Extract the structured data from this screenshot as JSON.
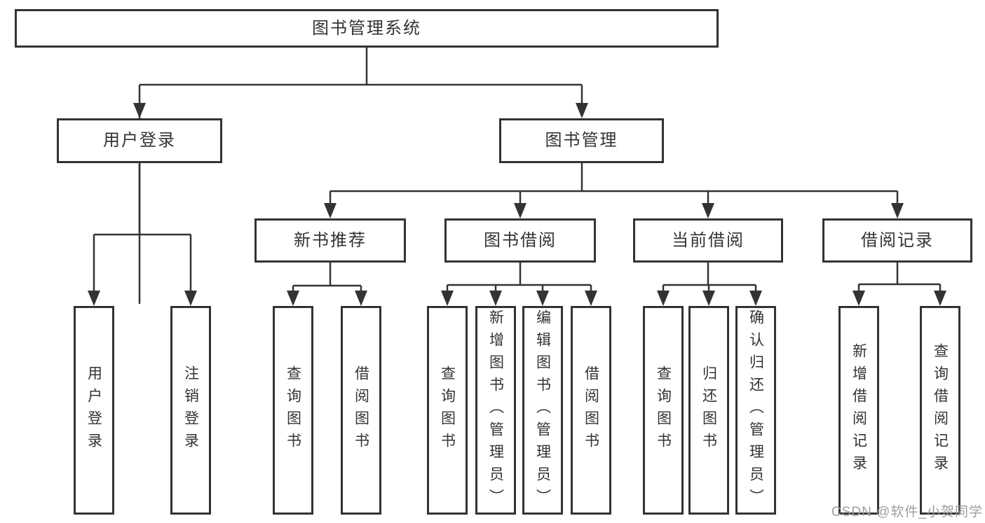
{
  "diagram": {
    "root_label": "图书管理系统",
    "login_branch": {
      "label": "用户登录",
      "children": [
        "用户登录",
        "注销登录"
      ]
    },
    "management_branch": {
      "label": "图书管理",
      "modules": [
        {
          "label": "新书推荐",
          "children": [
            "查询图书",
            "借阅图书"
          ]
        },
        {
          "label": "图书借阅",
          "children": [
            "查询图书",
            "新增图书（管理员）",
            "编辑图书（管理员）",
            "借阅图书"
          ]
        },
        {
          "label": "当前借阅",
          "children": [
            "查询图书",
            "归还图书",
            "确认归还（管理员）"
          ]
        },
        {
          "label": "借阅记录",
          "children": [
            "新增借阅记录",
            "查询借阅记录"
          ]
        }
      ]
    }
  },
  "watermark": "CSDN @软件_小贺同学",
  "colors": {
    "line": "#333333",
    "box_border": "#333333",
    "box_background": "#ffffff",
    "text": "#333333",
    "watermark_text": "#9e9e9e",
    "background": "#ffffff"
  }
}
